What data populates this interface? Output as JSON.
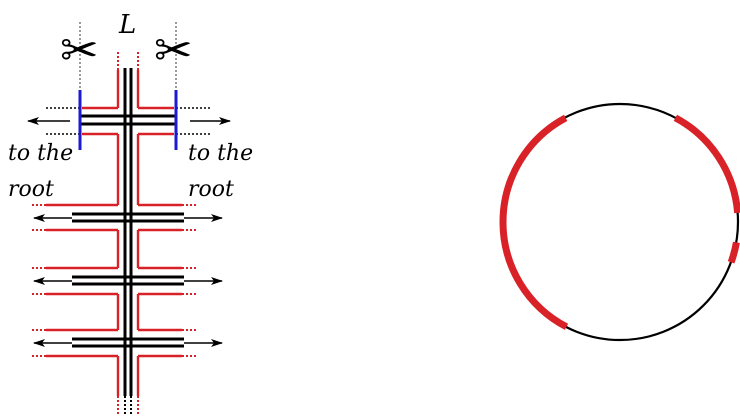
{
  "labels": {
    "letter_L": "L",
    "to_the_root_left_line1": "to the",
    "to_the_root_left_line2": "root",
    "to_the_root_right_line1": "to the",
    "to_the_root_right_line2": "root"
  },
  "icons": {
    "scissors_left": "scissors-icon",
    "scissors_right": "scissors-icon"
  },
  "colors": {
    "red": "#d92228",
    "blue": "#1a1ad0",
    "black": "#000000"
  }
}
